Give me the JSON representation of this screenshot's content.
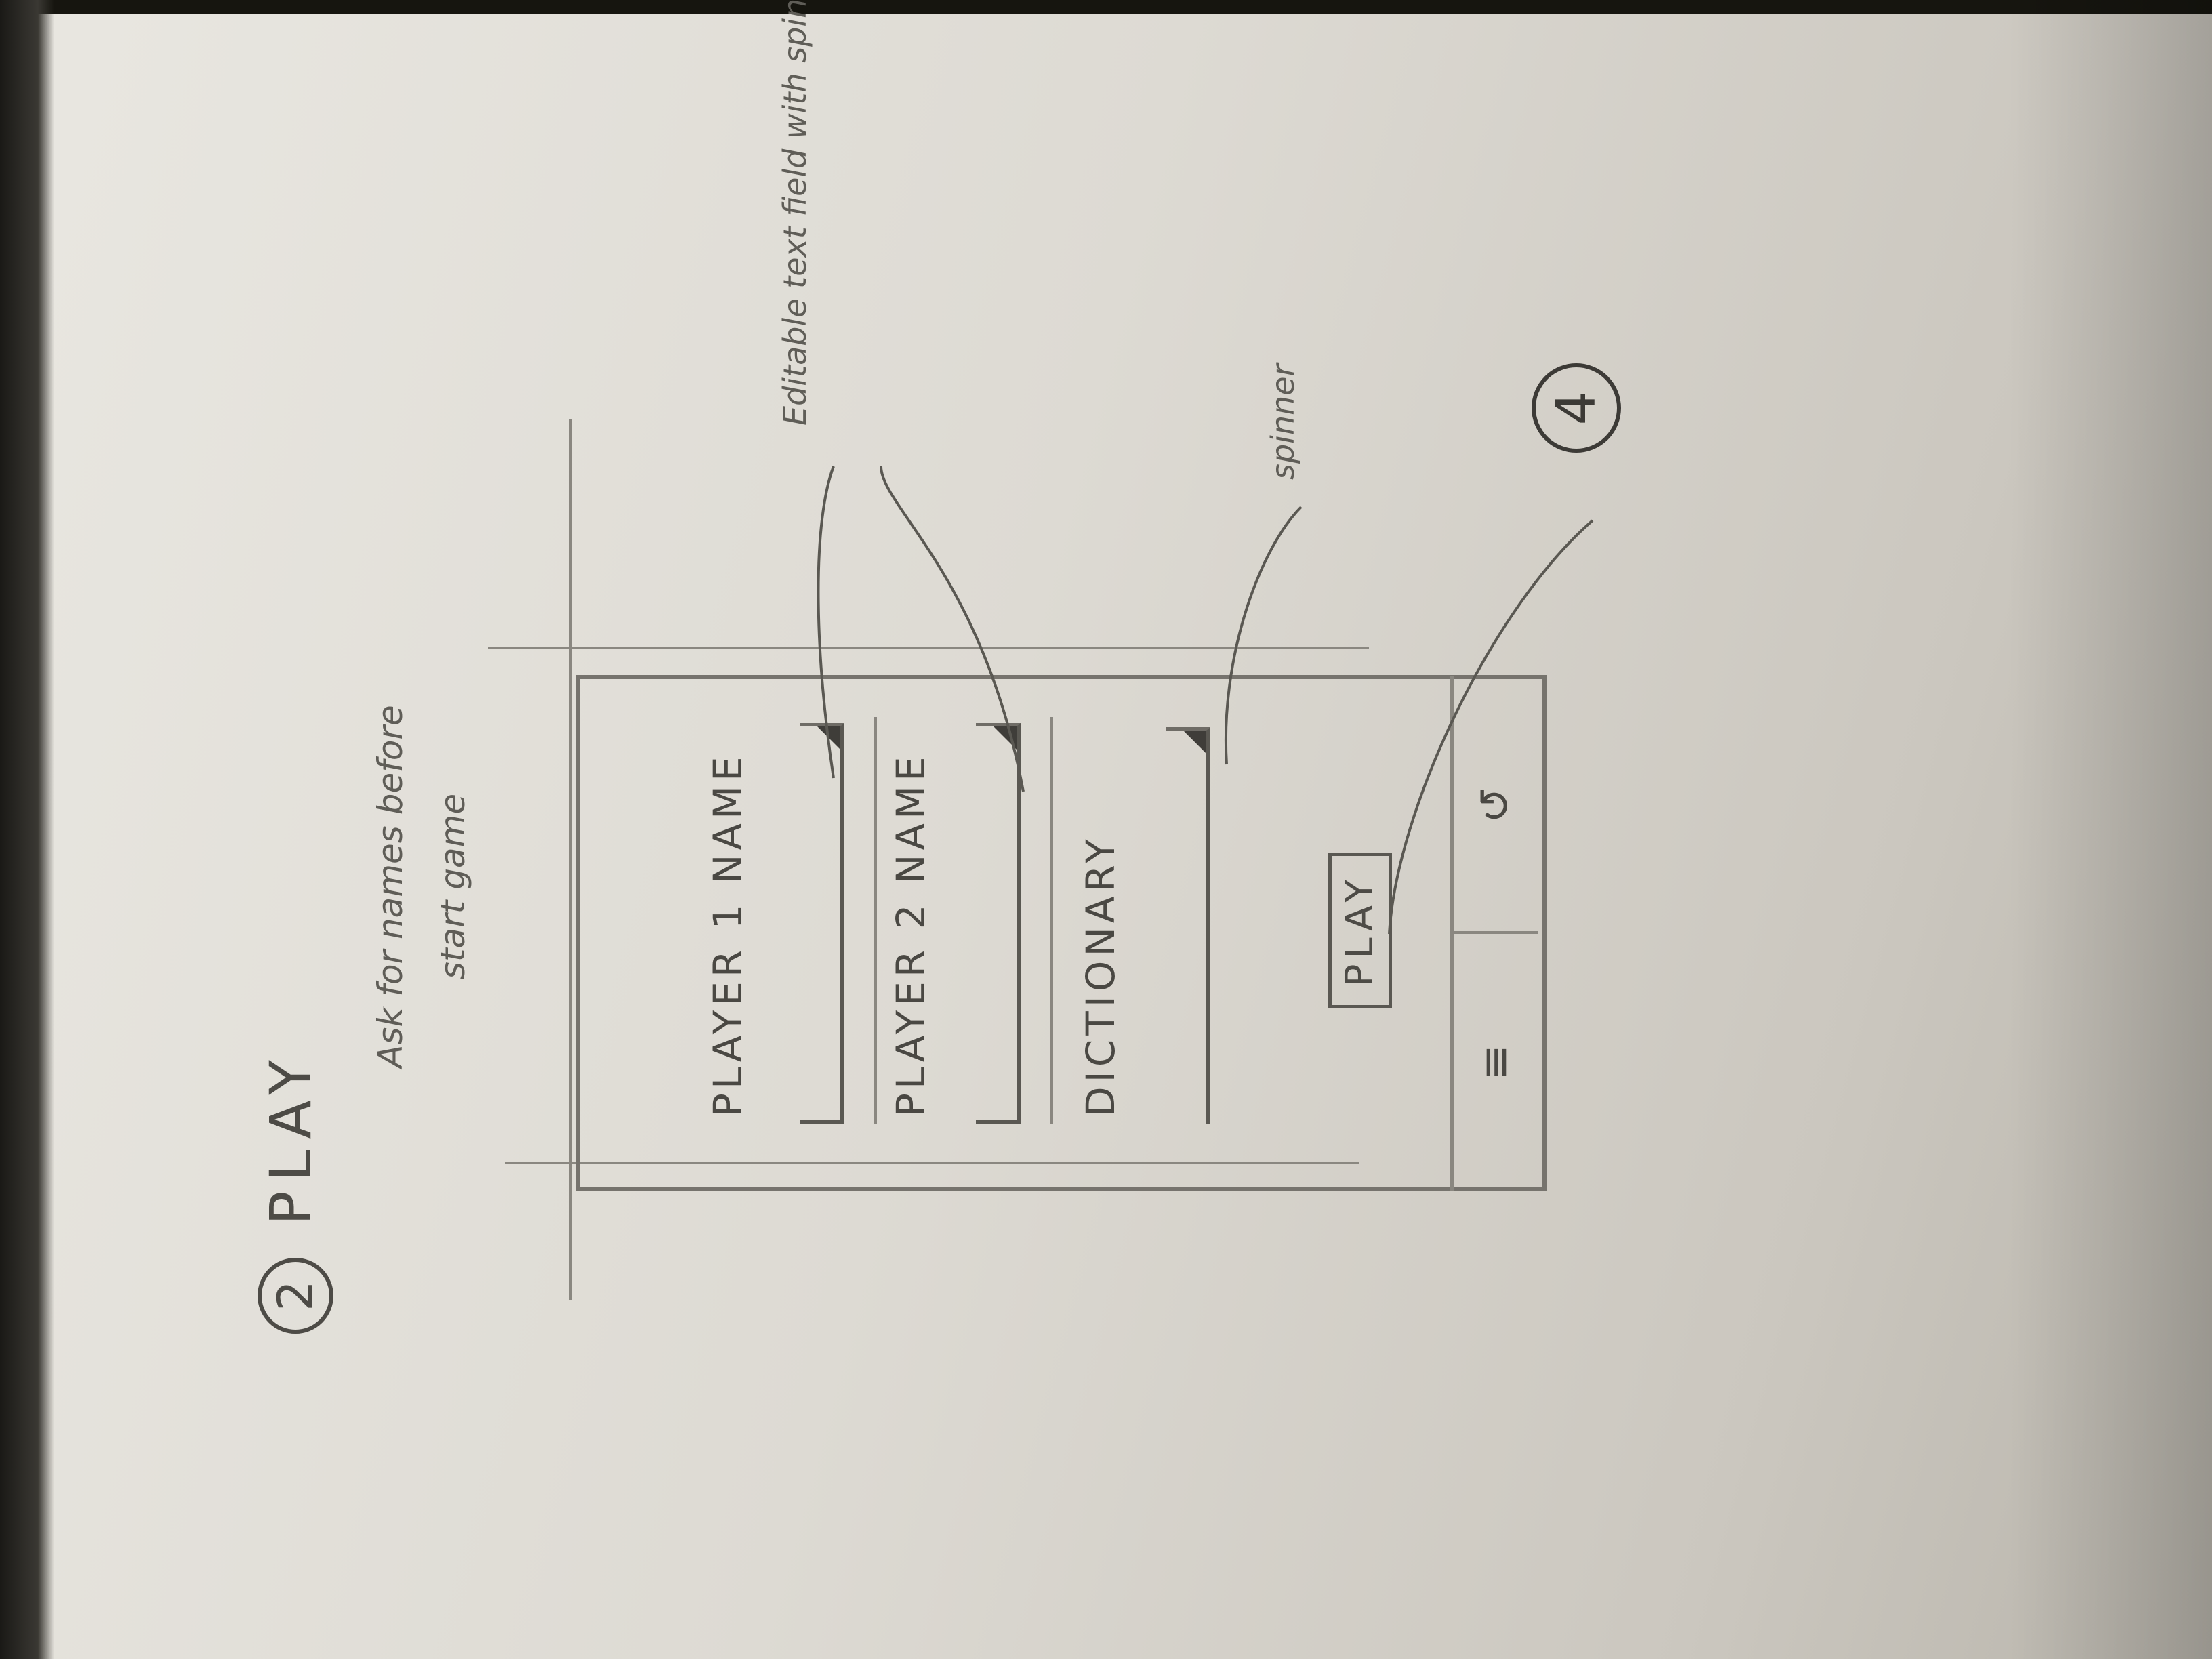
{
  "sketch": {
    "step_number": "2",
    "screen_title": "PLAY",
    "note": "Ask for names before start game",
    "form": {
      "player1_label": "PLAYER 1 NAME",
      "player2_label": "PLAYER 2 NAME",
      "dictionary_label": "DICTIONARY",
      "play_button": "PLAY"
    },
    "nav_bar": {
      "menu_icon": "≡",
      "back_icon": "↺"
    },
    "annotations": {
      "editable_field": "Editable text field with spinner",
      "spinner": "spinner",
      "target_screen": "4"
    }
  }
}
